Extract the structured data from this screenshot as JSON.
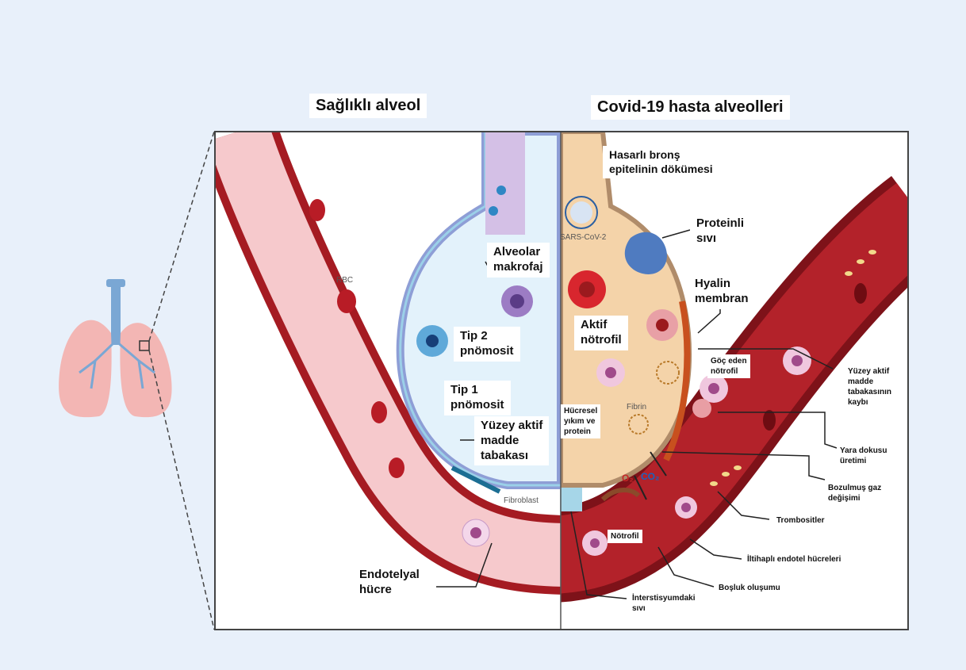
{
  "titles": {
    "healthy": "Sağlıklı alveol",
    "covid": "Covid-19 hasta alveolleri"
  },
  "labels": {
    "alveolar_macrophage": "Alveolar\nmakrofaj",
    "type2": "Tip 2\npnömosit",
    "type1": "Tip 1\npnömosit",
    "surfactant": "Yüzey aktif\nmadde\ntabakası",
    "fibroblast": "Fibroblast",
    "endothelial": "Endotelyal\nhücre",
    "rbc": "RBC",
    "bronchial": "Hasarlı bronş\nepitelinin dökümesi",
    "sars": "SARS-CoV-2",
    "proteinaceous": "Proteinli\nsıvı",
    "hyaline": "Hyalin\nmembran",
    "active_neutrophil": "Aktif\nnötrofil",
    "migrating": "Göç eden\nnötrofil",
    "surfactant_loss": "Yüzey aktif\nmadde\ntabakasının\nkaybı",
    "cell_breakdown": "Hücresel\nyıkım ve\nprotein",
    "fibrin": "Fibrin",
    "scar": "Yara dokusu\nüretimi",
    "gas_exchange": "Bozulmuş gaz\ndeğişimi",
    "platelets": "Trombositler",
    "neutrophil": "Nötrofil",
    "inflamed_endo": "İltihaplı endotel hücreleri",
    "gap": "Boşluk oluşumu",
    "interstitial": "İnterstisyumdaki\nsıvı",
    "o2": "O₂",
    "co2": "CO₂"
  },
  "colors": {
    "background": "#e8f0fa",
    "vessel_healthy": "#f6c9cc",
    "vessel_wall": "#a51b22",
    "vessel_inflamed": "#b3222a",
    "alveolus_healthy": "#e3f2fb",
    "alveolus_covid": "#f4d3a9",
    "epithelium": "#8e9ed6"
  }
}
